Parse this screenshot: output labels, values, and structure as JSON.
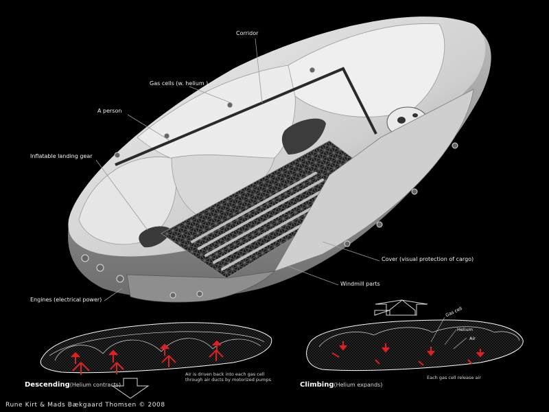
{
  "main_labels": {
    "corridor": "Corridor",
    "gas_cells": "Gas cells (w. helium )",
    "person": "A person",
    "landing_gear": "Inflatable landing gear",
    "cover": "Cover (visual  protection  of cargo)",
    "windmill": "Windmill parts",
    "engines": "Engines (electrical power)"
  },
  "descending": {
    "title": "Descending",
    "subtitle": "(Helium contracts)",
    "note_line1": "Air is driven back into each gas cell",
    "note_line2": "through air ducts by motorized pumps"
  },
  "climbing": {
    "title": "Climbing",
    "subtitle": "(Helium expands)",
    "gas_cell": "Gas cell",
    "helium": "Helium",
    "air": "Air",
    "note": "Each gas cell release air"
  },
  "credit": "Rune Kirt & Mads Bækgaard Thomsen ©  2008",
  "colors": {
    "background": "#000000",
    "hull": "#dcdcdc",
    "frame": "#3a3a3a",
    "arrow": "#e02020",
    "outline": "#ffffff"
  }
}
